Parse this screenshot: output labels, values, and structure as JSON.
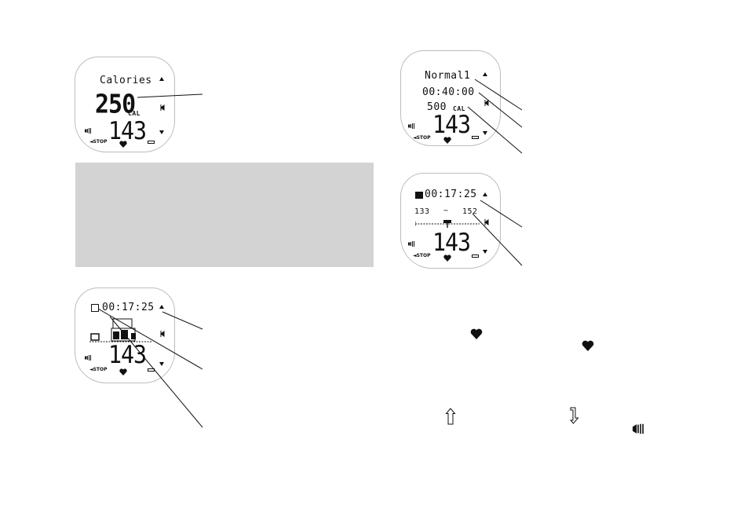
{
  "watch_calories": {
    "title": "Calories",
    "value": "250",
    "unit": "CAL",
    "heart_rate": "143",
    "stop_label": "◄STOP"
  },
  "watch_program": {
    "program_name": "Normal1",
    "duration": "00:40:00",
    "calories": "500",
    "calories_unit": "CAL",
    "heart_rate": "143",
    "stop_label": "◄STOP"
  },
  "watch_zone_time": {
    "timer": "00:17:25",
    "zone_low": "133",
    "zone_sep": "~",
    "zone_high": "152",
    "heart_rate": "143",
    "stop_label": "◄STOP"
  },
  "watch_zone_bars": {
    "timer": "00:17:25",
    "heart_rate": "143",
    "stop_label": "◄STOP"
  },
  "icons": {
    "heart_a": "heart-icon",
    "heart_b": "heart-icon",
    "arrow_up": "arrow-up-icon",
    "arrow_down": "arrow-down-icon",
    "volume": "volume-icon"
  },
  "colors": {
    "panel_gray": "#d3d3d3",
    "watch_border": "#bdbdbd"
  }
}
